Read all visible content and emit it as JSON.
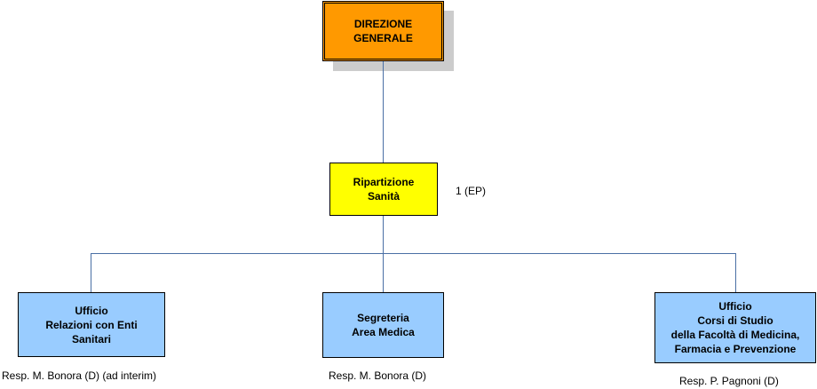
{
  "colors": {
    "top_fill": "#ff9900",
    "mid_fill": "#ffff00",
    "leaf_fill": "#99ccff",
    "connector": "#4a6fa5",
    "shadow": "#cccccc"
  },
  "nodes": {
    "root": {
      "label": "DIREZIONE\nGENERALE"
    },
    "division": {
      "label": "Ripartizione\nSanità",
      "note": "1 (EP)"
    },
    "children": [
      {
        "label": "Ufficio\nRelazioni con Enti\nSanitari",
        "resp": "Resp. M. Bonora (D) (ad interim)"
      },
      {
        "label": "Segreteria\nArea Medica",
        "resp": "Resp. M. Bonora (D)"
      },
      {
        "label": "Ufficio\nCorsi di Studio\ndella Facoltà di Medicina,\nFarmacia e Prevenzione",
        "resp": "Resp. P. Pagnoni (D)"
      }
    ]
  }
}
